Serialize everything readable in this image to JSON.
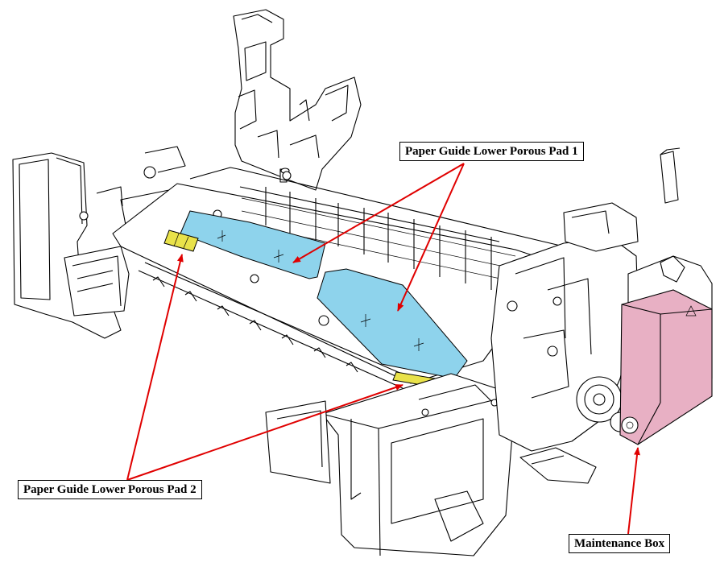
{
  "labels": {
    "pad1": "Paper Guide Lower Porous Pad 1",
    "pad2": "Paper Guide Lower Porous Pad 2",
    "maintenance_box": "Maintenance Box"
  },
  "colors": {
    "porous_pad_1": "#8ed3ec",
    "porous_pad_2": "#e9e24a",
    "maintenance_box": "#e8b0c4",
    "callout_arrow": "#e00000",
    "line_art": "#000000"
  }
}
